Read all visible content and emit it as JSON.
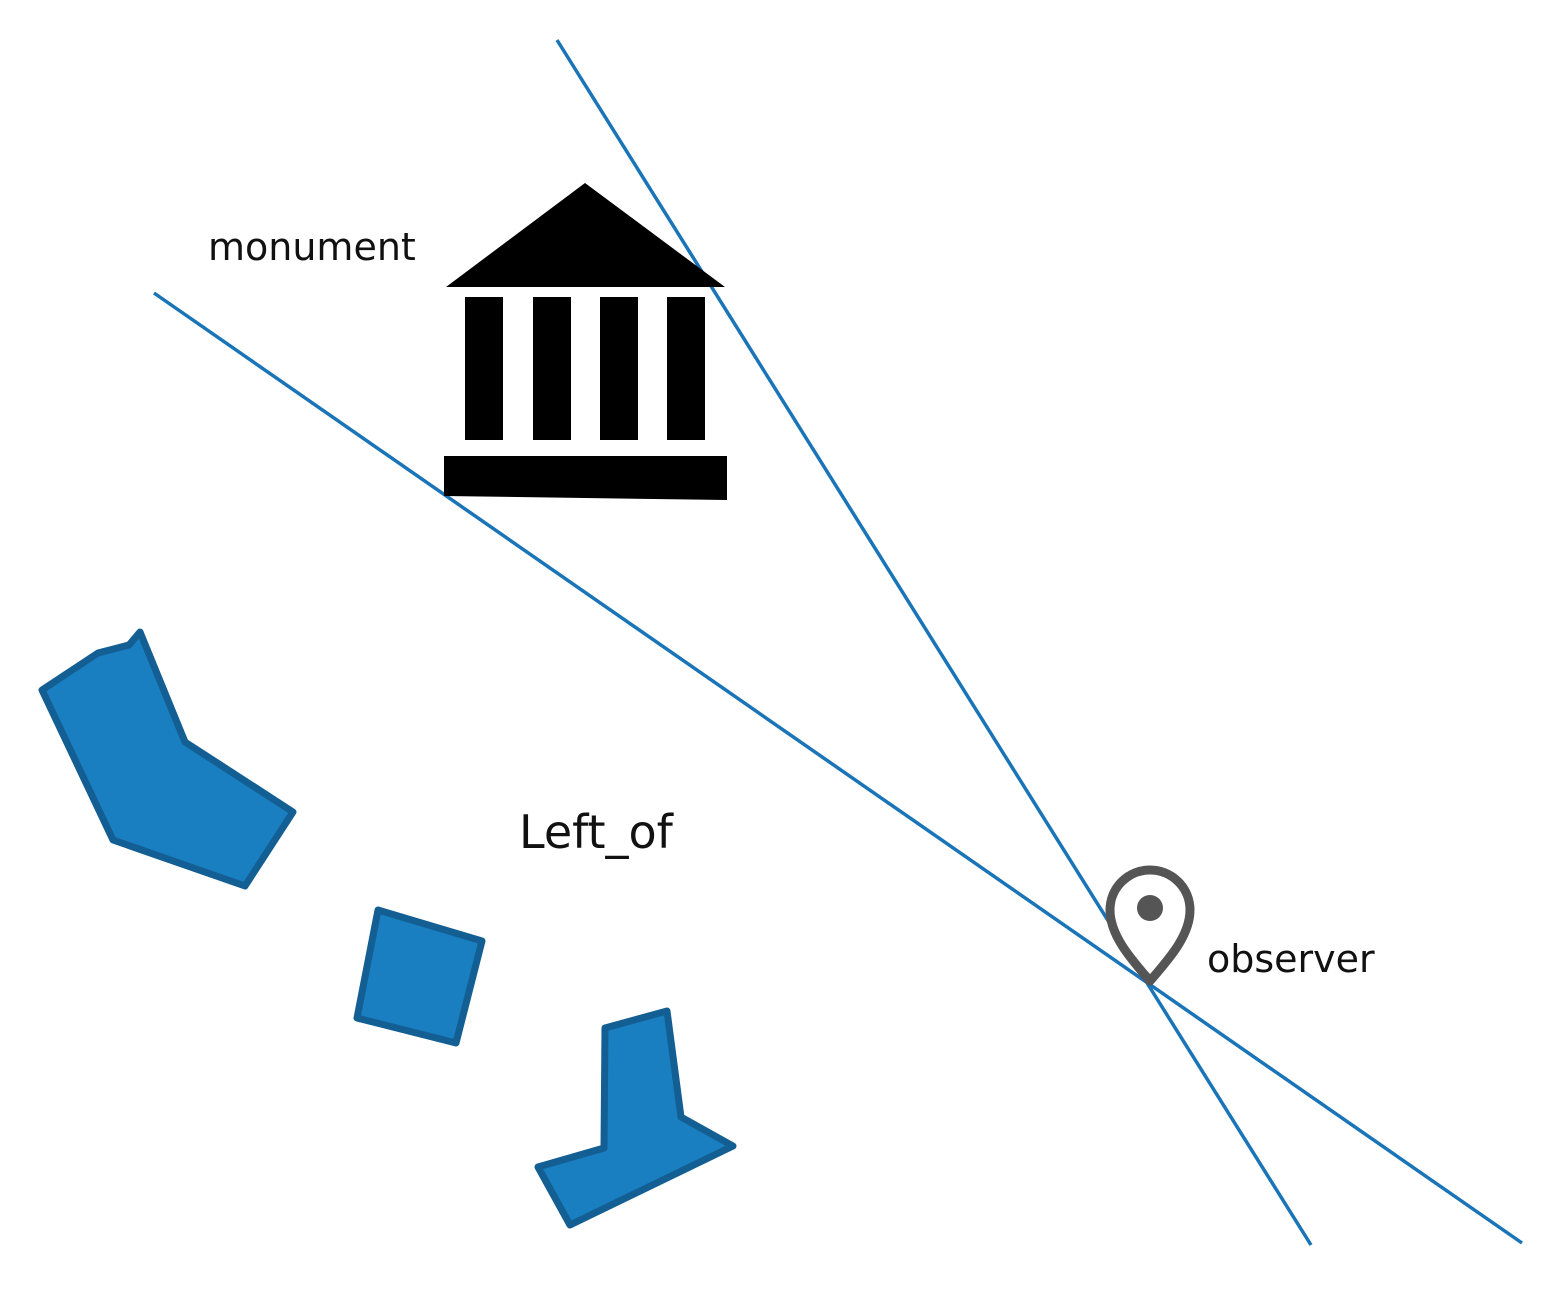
{
  "labels": {
    "monument": "monument",
    "observer": "observer",
    "relation": "Left_of"
  },
  "icons": {
    "monument": "museum-icon",
    "observer": "map-pin-icon"
  },
  "colors": {
    "sight_line": "#1a74b8",
    "building_fill": "#1a7fc0",
    "building_stroke": "#135f93",
    "pin": "#555555",
    "monument": "#000000"
  }
}
